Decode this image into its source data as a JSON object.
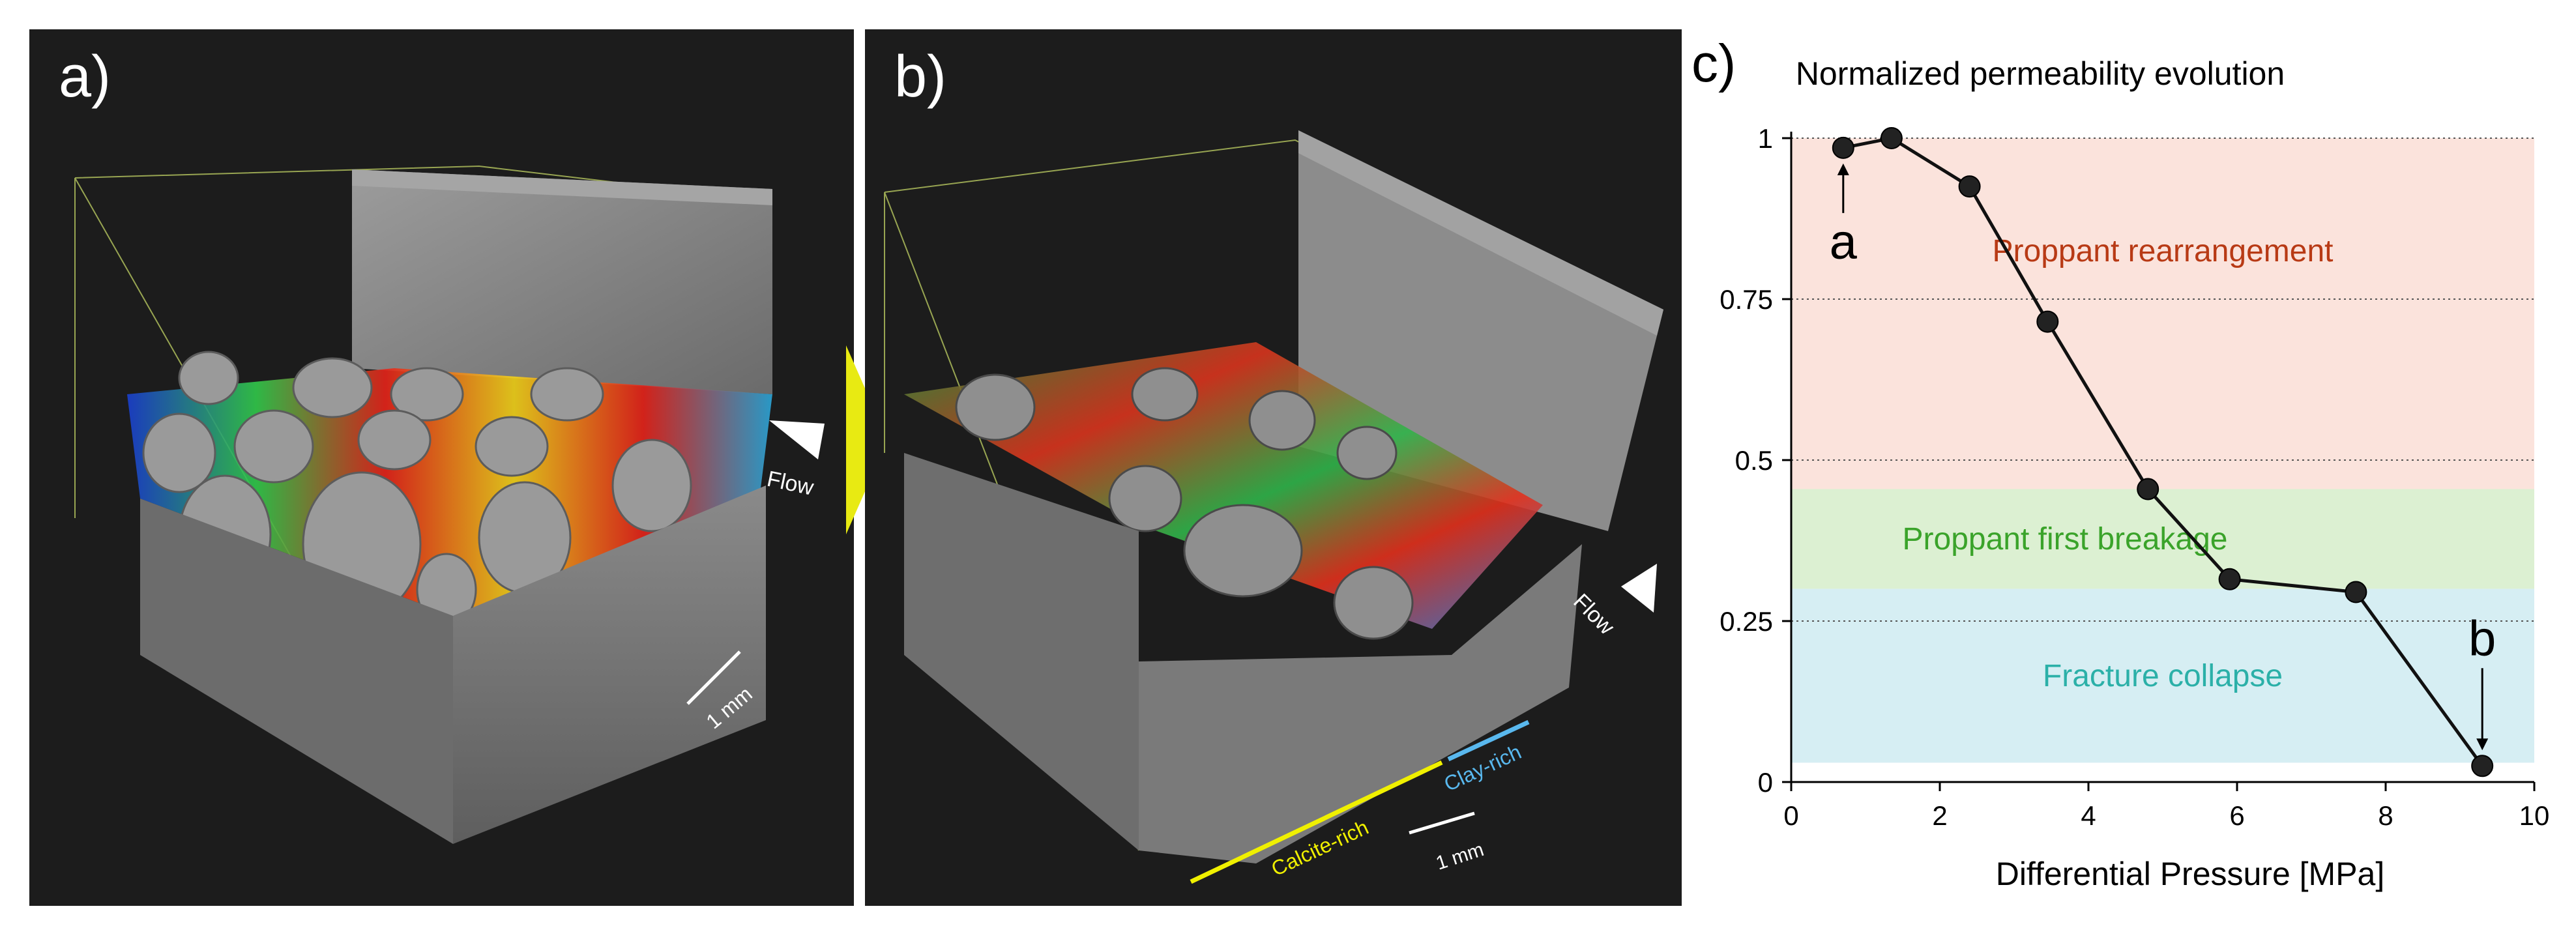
{
  "panel_a": {
    "letter": "a)",
    "flow_label": "Flow",
    "scale_label": "1 mm"
  },
  "panel_b": {
    "letter": "b)",
    "flow_label": "Flow",
    "scale_label": "1 mm",
    "zone_left": "Calcite-rich",
    "zone_right": "Clay-rich",
    "zone_left_color": "#f0f000",
    "zone_right_color": "#59b8ee"
  },
  "panel_c": {
    "letter": "c)"
  },
  "transition_arrow_color": "#e8ea12",
  "chart_data": {
    "type": "line",
    "title": "Normalized permeability evolution",
    "xlabel": "Differential Pressure [MPa]",
    "ylabel": "",
    "xlim": [
      0,
      10
    ],
    "ylim": [
      0,
      1
    ],
    "xticks": [
      "0",
      "2",
      "4",
      "6",
      "8",
      "10"
    ],
    "yticks": [
      "0",
      "0.25",
      "0.5",
      "0.75",
      "1"
    ],
    "grid": "horizontal dotted",
    "series": [
      {
        "x": [
          0.7,
          1.35,
          2.4,
          3.45,
          4.8,
          5.9,
          7.6,
          9.3
        ],
        "y": [
          0.985,
          1.0,
          0.925,
          0.715,
          0.455,
          0.315,
          0.295,
          0.025
        ]
      }
    ],
    "bands": [
      {
        "label": "Proppant rearrangement",
        "y0": 0.455,
        "y1": 1.0,
        "fill": "#fbe3dc",
        "text_color": "#b83a15"
      },
      {
        "label": "Proppant first breakage",
        "y0": 0.3,
        "y1": 0.455,
        "fill": "#dcf0d2",
        "text_color": "#3aa32a"
      },
      {
        "label": "Fracture collapse",
        "y0": 0.03,
        "y1": 0.3,
        "fill": "#d6eef3",
        "text_color": "#2bb0a8"
      }
    ],
    "annotations": [
      {
        "text": "a",
        "x": 0.7,
        "y": 0.985
      },
      {
        "text": "b",
        "x": 9.3,
        "y": 0.025
      }
    ]
  }
}
